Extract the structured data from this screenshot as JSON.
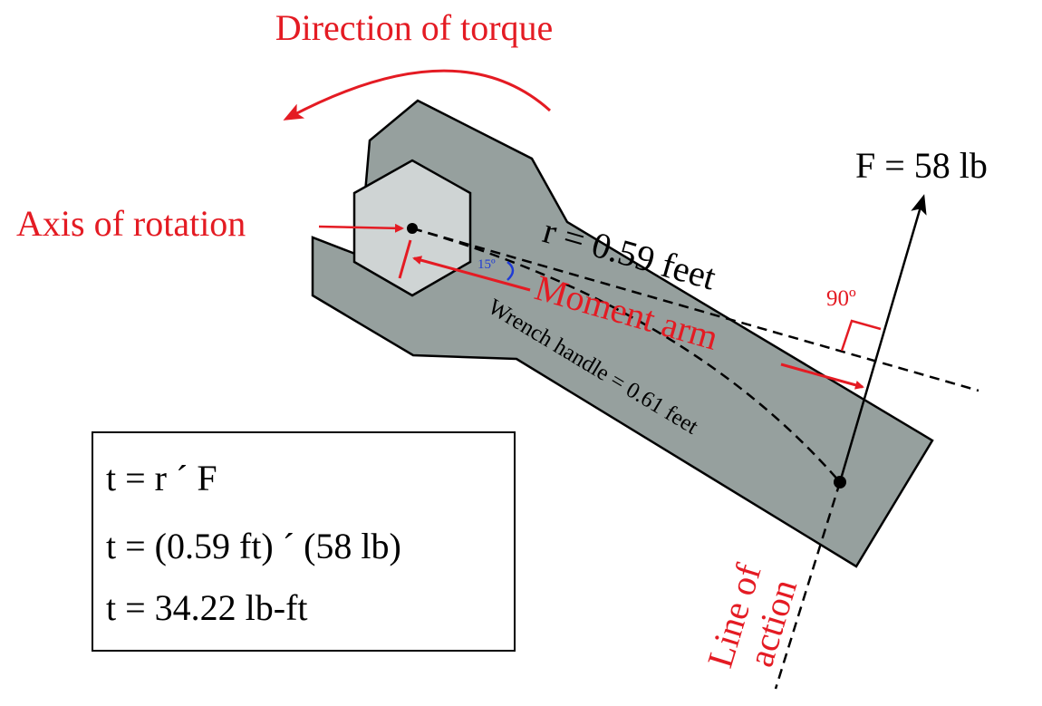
{
  "labels": {
    "direction_of_torque": "Direction of torque",
    "axis_of_rotation": "Axis of rotation",
    "force": "F = 58 lb",
    "radius": "r = 0.59 feet",
    "moment_arm": "Moment arm",
    "wrench_handle": "Wrench handle = 0.61 feet",
    "angle_15": "15º",
    "angle_90": "90º",
    "line_of_action_1": "Line of",
    "line_of_action_2": "action"
  },
  "equations": [
    "t = r ´ F",
    "t = (0.59 ft) ´ (58 lb)",
    "t = 34.22 lb-ft"
  ],
  "colors": {
    "annotation_red": "#e41b23",
    "angle_blue": "#1f3bd6",
    "wrench_gray": "#96a09e",
    "nut_gray": "#cfd4d4",
    "ink": "#000000"
  }
}
